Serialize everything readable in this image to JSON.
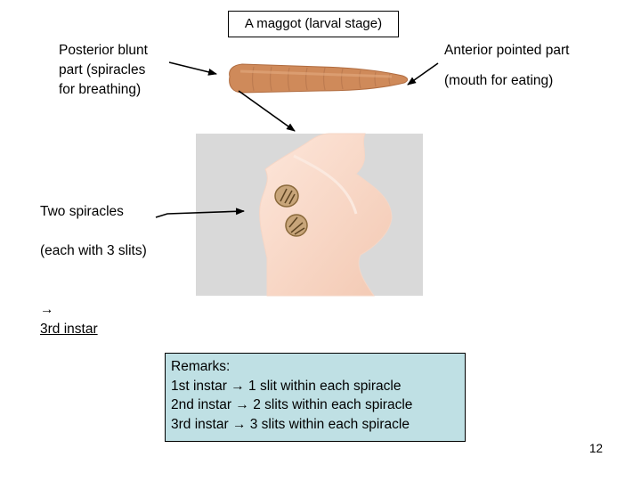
{
  "title": "A maggot (larval stage)",
  "labels": {
    "posterior": "Posterior blunt\npart (spiracles\nfor breathing)",
    "anterior": "Anterior pointed part",
    "mouth": "(mouth for eating)",
    "spiracles_line1": "Two spiracles",
    "spiracles_line2": "(each with 3 slits)",
    "spiracles_arrow": "→",
    "spiracles_instar": "3rd instar"
  },
  "remarks": {
    "heading": "Remarks:",
    "items": [
      {
        "stage": "1st instar",
        "arrow": "→",
        "detail": "1 slit within each spiracle"
      },
      {
        "stage": "2nd instar",
        "arrow": "→",
        "detail": "2 slits within each spiracle"
      },
      {
        "stage": "3rd instar",
        "arrow": "→",
        "detail": "3 slits within each spiracle"
      }
    ]
  },
  "page_number": "12",
  "colors": {
    "maggot": "#cf8a5a",
    "photo_bg": "#d9d9d9",
    "tissue": "#f8d9c9",
    "remarks_bg": "#bfe0e4",
    "spiracle": "#8b6a3c"
  }
}
